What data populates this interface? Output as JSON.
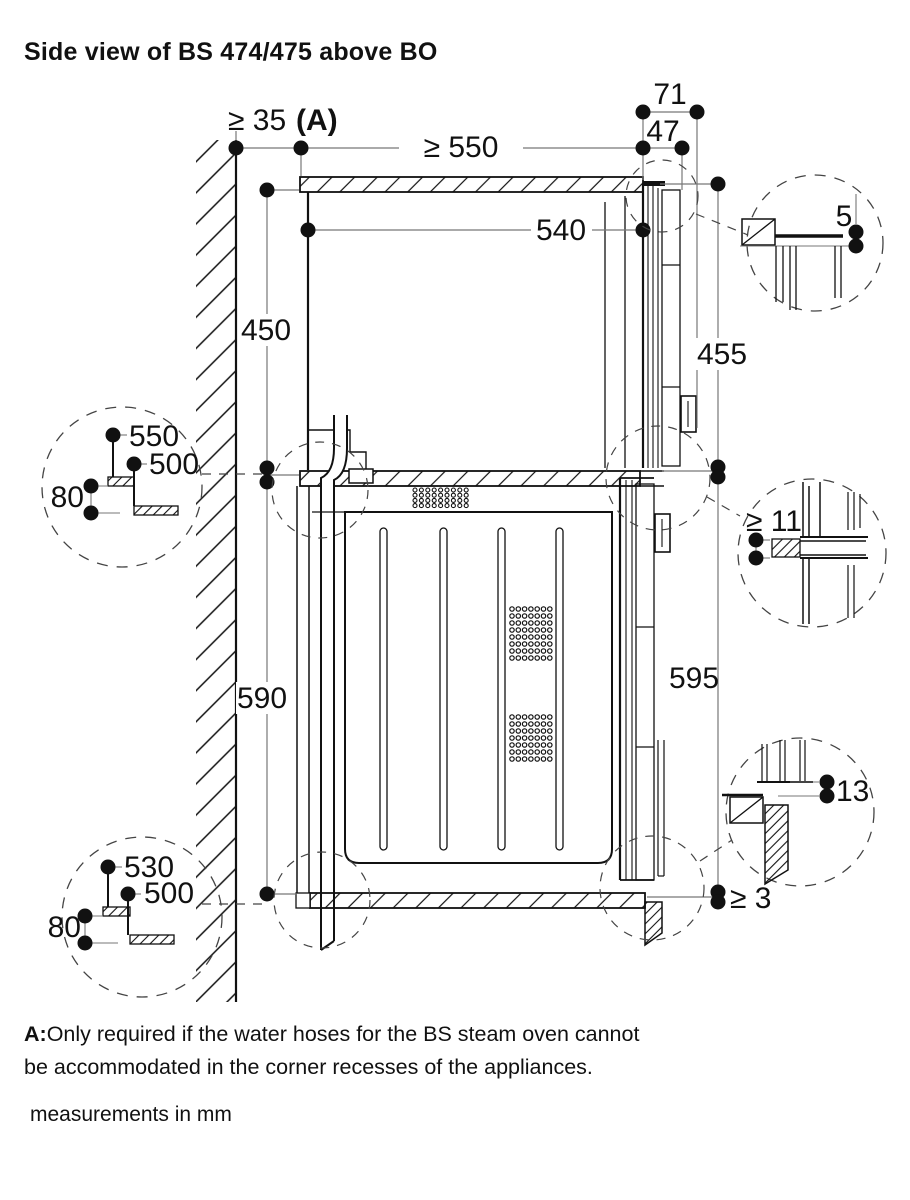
{
  "title": "Side view of BS 474/475 above BO",
  "notes": {
    "marker": "A:",
    "line1": "Only required if the water hoses for the BS steam oven cannot",
    "line2": "be accommodated in the corner recesses of the appliances.",
    "units": "measurements in mm"
  },
  "dimensions": {
    "wall_clearance": "≥ 35",
    "wall_clearance_ref": "(A)",
    "worktop_depth": "≥ 550",
    "door_depth_total": "71",
    "door_depth": "47",
    "appliance_depth": "540",
    "upper_niche_height": "450",
    "upper_appliance_height": "455",
    "top_gap": "5",
    "lower_niche_height": "590",
    "lower_appliance_height": "595",
    "intermediate_shelf_recess": "≥ 11",
    "bottom_gap": "≥ 3",
    "plinth_vent_depth": "13",
    "upper_corner_detail": {
      "niche_depth": "550",
      "recess_depth": "500",
      "recess_height": "80"
    },
    "lower_corner_detail": {
      "niche_depth": "530",
      "recess_depth": "500",
      "recess_height": "80"
    }
  },
  "colors": {
    "line": "#111111",
    "dim_line": "#777777",
    "background": "#ffffff",
    "text": "#111111"
  }
}
